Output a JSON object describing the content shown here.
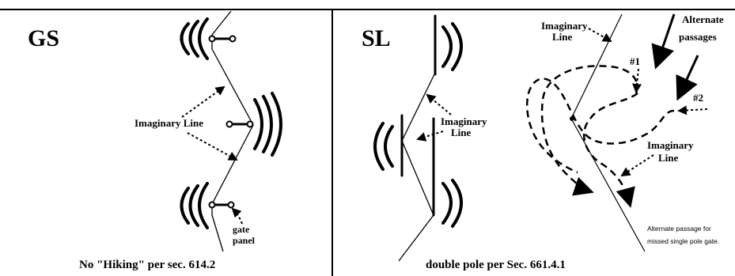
{
  "left_panel": {
    "title": "GS",
    "imaginary_line_label": "Imaginary Line",
    "gate_label_line1": "gate",
    "gate_label_line2": "panel",
    "caption": "No \"Hiking\" per sec. 614.2"
  },
  "right_panel": {
    "title": "SL",
    "imaginary_line_label_1_line1": "Imaginary",
    "imaginary_line_label_1_line2": "Line",
    "imaginary_line_label_2_line1": "Imaginary",
    "imaginary_line_label_2_line2": "Line",
    "imaginary_line_label_3_line1": "Imaginary",
    "imaginary_line_label_3_line2": "Line",
    "alternate_passages_line1": "Alternate",
    "alternate_passages_line2": "passages",
    "marker_1": "#1",
    "marker_2": "#2",
    "note_line1": "Alternate passage for",
    "note_line2": "missed single pole gate.",
    "caption": "double pole per Sec. 661.4.1"
  }
}
